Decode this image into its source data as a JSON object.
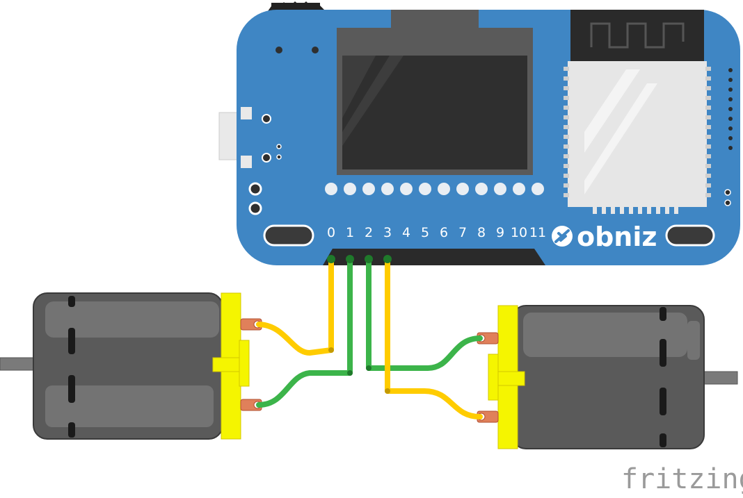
{
  "board": {
    "brand": "obniz",
    "pins": [
      "0",
      "1",
      "2",
      "3",
      "4",
      "5",
      "6",
      "7",
      "8",
      "9",
      "10",
      "11"
    ],
    "colors": {
      "body": "#3f86c4",
      "screen": "#2f2f2f",
      "bezel": "#5a5a5a",
      "module": "#e6e6e6"
    }
  },
  "motors": [
    {
      "name": "dc-motor-left"
    },
    {
      "name": "dc-motor-right"
    }
  ],
  "wires": {
    "colors": {
      "yellow": "#ffcc00",
      "green": "#3cb44a"
    },
    "connections": [
      {
        "pin": "0",
        "color": "yellow",
        "motor": "left",
        "terminal": "top"
      },
      {
        "pin": "1",
        "color": "green",
        "motor": "left",
        "terminal": "bottom"
      },
      {
        "pin": "2",
        "color": "green",
        "motor": "right",
        "terminal": "top"
      },
      {
        "pin": "3",
        "color": "yellow",
        "motor": "right",
        "terminal": "bottom"
      }
    ]
  },
  "watermark": "fritzing"
}
